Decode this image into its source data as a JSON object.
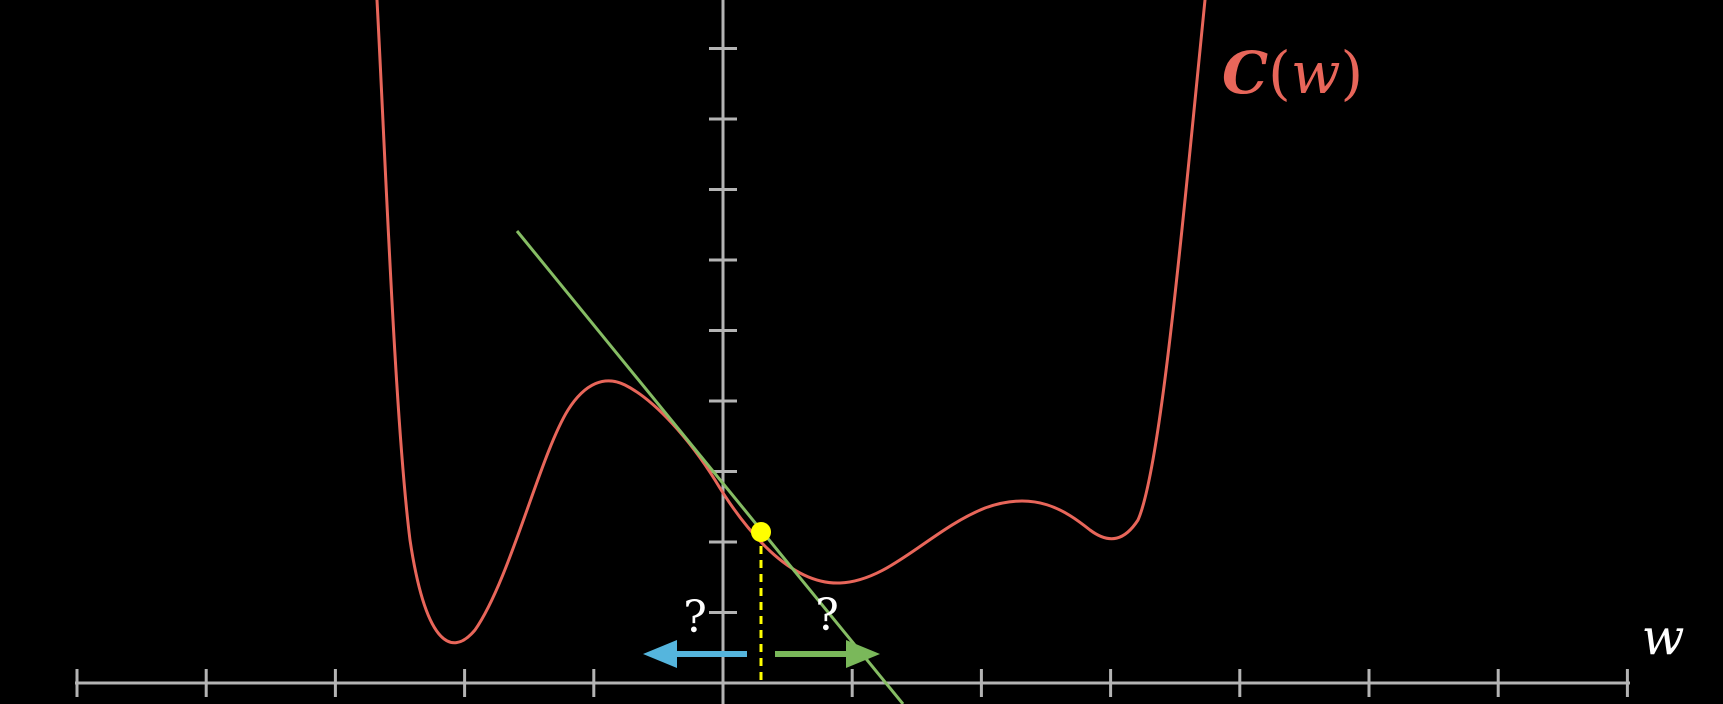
{
  "labels": {
    "function_name": "C",
    "function_arg": "w",
    "x_axis": "w",
    "left_question": "?",
    "right_question": "?"
  },
  "colors": {
    "background": "#000000",
    "axis": "#b4b4b4",
    "curve": "#e8665a",
    "tangent": "#86bd64",
    "point": "#ffff00",
    "dashed": "#ffff00",
    "left_arrow": "#55b5dd",
    "right_arrow": "#7ab85a",
    "text": "#ffffff"
  },
  "icons": {
    "left_arrow": "arrow-left-icon",
    "right_arrow": "arrow-right-icon"
  }
}
